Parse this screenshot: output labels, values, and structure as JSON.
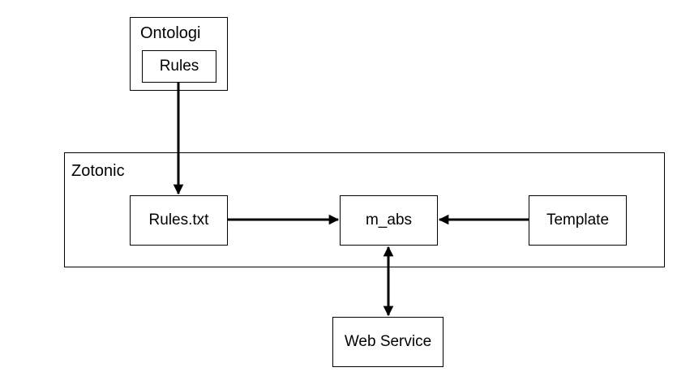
{
  "diagram": {
    "groups": {
      "ontologi": {
        "label": "Ontologi"
      },
      "zotonic": {
        "label": "Zotonic"
      }
    },
    "nodes": {
      "rules": {
        "label": "Rules"
      },
      "rules_txt": {
        "label": "Rules.txt"
      },
      "m_abs": {
        "label": "m_abs"
      },
      "template": {
        "label": "Template"
      },
      "web_service": {
        "label": "Web Service"
      }
    },
    "edges": [
      {
        "from": "Rules",
        "to": "Rules.txt",
        "direction": "forward"
      },
      {
        "from": "Rules.txt",
        "to": "m_abs",
        "direction": "forward"
      },
      {
        "from": "Template",
        "to": "m_abs",
        "direction": "forward"
      },
      {
        "from": "m_abs",
        "to": "Web Service",
        "direction": "both"
      }
    ]
  }
}
